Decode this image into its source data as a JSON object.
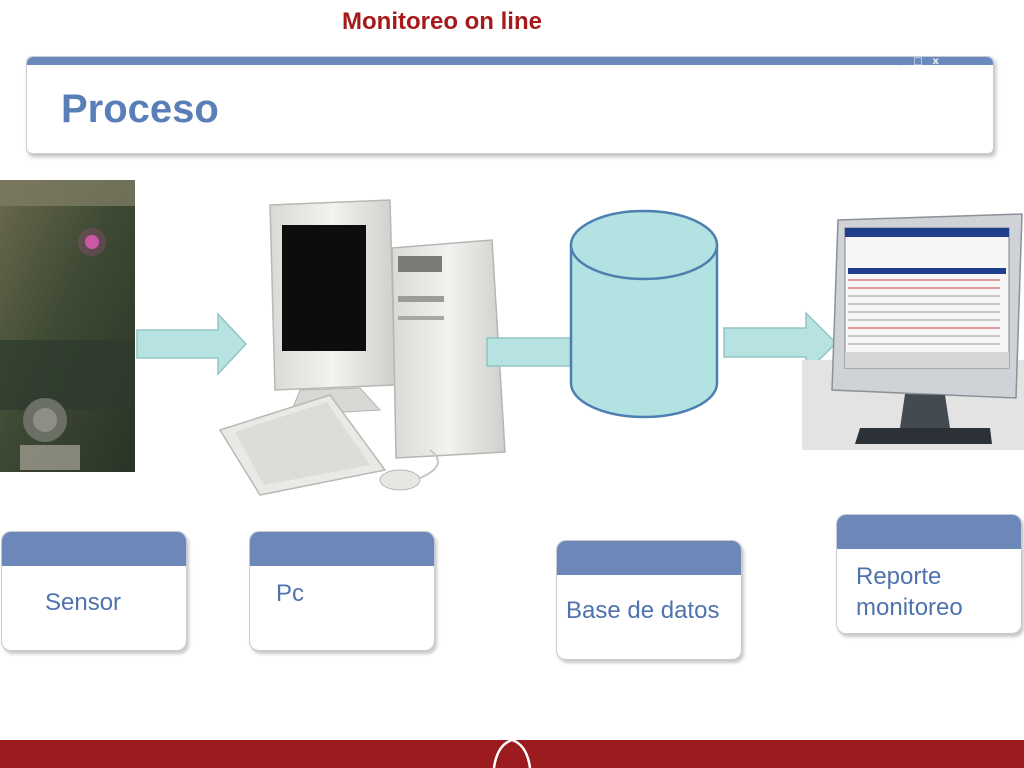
{
  "page": {
    "title": "Monitoreo on line"
  },
  "header": {
    "title": "Proceso",
    "controls": {
      "minimize": "_",
      "maximize": "□",
      "close": "x"
    }
  },
  "steps": [
    {
      "id": "sensor",
      "label": "Sensor"
    },
    {
      "id": "pc",
      "label": "Pc"
    },
    {
      "id": "db",
      "label": "Base de datos"
    },
    {
      "id": "report",
      "label": "Reporte monitoreo"
    }
  ],
  "colors": {
    "title": "#a51b1b",
    "accent": "#6b88b8",
    "label": "#4f73ad",
    "arrow": "#b6e3e1",
    "database": "#b2e2e1",
    "footer": "#9c1b1e"
  }
}
